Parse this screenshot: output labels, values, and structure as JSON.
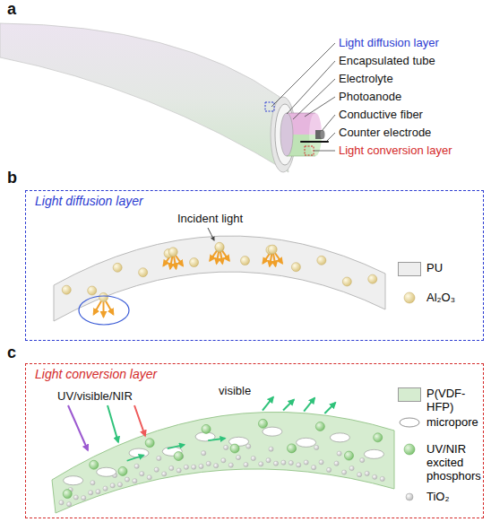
{
  "diagram": {
    "nodes": [
      {
        "text": [
          "Light diffusion layer"
        ]
      },
      {
        "text": [
          "Light conversion layer"
        ]
      }
    ],
    "labels": [
      "a",
      "Light diffusion layer",
      "Encapsulated tube",
      "Electrolyte",
      "Photoanode",
      "Conductive fiber",
      "Counter electrode",
      "Light conversion layer",
      "b",
      "Incident light",
      "c",
      "UV/visible/NIR",
      "visible"
    ],
    "legend": [
      {
        "text": "PU",
        "color": "#eeeeee"
      },
      {
        "text": "Al₂O₃"
      },
      {
        "text": "P(VDF-HFP)",
        "color": "#d6ecd0"
      },
      {
        "text": "micropore"
      },
      {
        "text": "UV/NIR excited phosphors"
      },
      {
        "text": "TiO₂"
      }
    ]
  }
}
